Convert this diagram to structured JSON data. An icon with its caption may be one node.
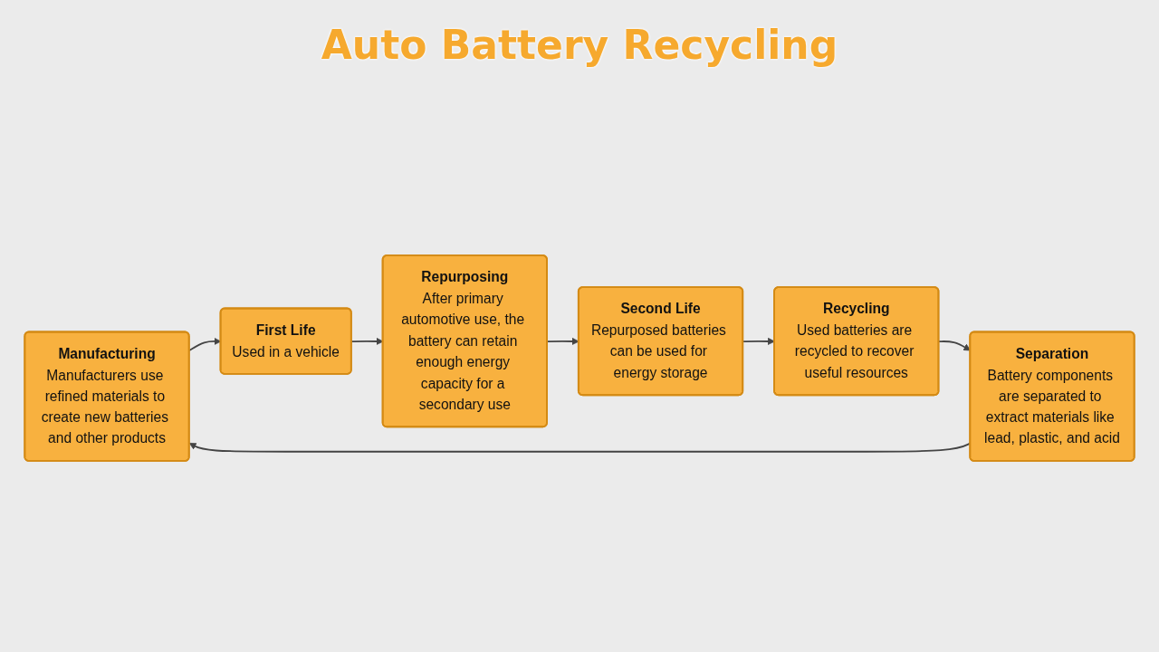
{
  "diagram": {
    "title": "Auto Battery Recycling",
    "nodes": [
      {
        "text": [
          "Manufacturing",
          "Manufacturers use refined materials to create new batteries and other products"
        ]
      },
      {
        "text": [
          "Separation",
          "Battery components are separated to extract materials like lead, plastic, and acid"
        ]
      },
      {
        "text": [
          "First Life",
          "Used in a vehicle"
        ]
      },
      {
        "text": [
          "Recycling",
          "Used batteries are recycled to recover useful resources"
        ]
      },
      {
        "text": [
          "Repurposing",
          "After primary automotive use, the battery can retain enough energy capacity for a secondary use"
        ]
      },
      {
        "text": [
          "Second Life",
          "Repurposed batteries can be used for energy storage"
        ]
      }
    ],
    "edges": [
      {
        "from": 1,
        "to": 0,
        "arrow": "to"
      },
      {
        "from": 0,
        "to": 2,
        "arrow": "to"
      },
      {
        "from": 2,
        "to": 4,
        "arrow": "to"
      },
      {
        "from": 4,
        "to": 5,
        "arrow": "to"
      },
      {
        "from": 5,
        "to": 3,
        "arrow": "to"
      },
      {
        "from": 3,
        "to": 1,
        "arrow": "to"
      }
    ]
  }
}
